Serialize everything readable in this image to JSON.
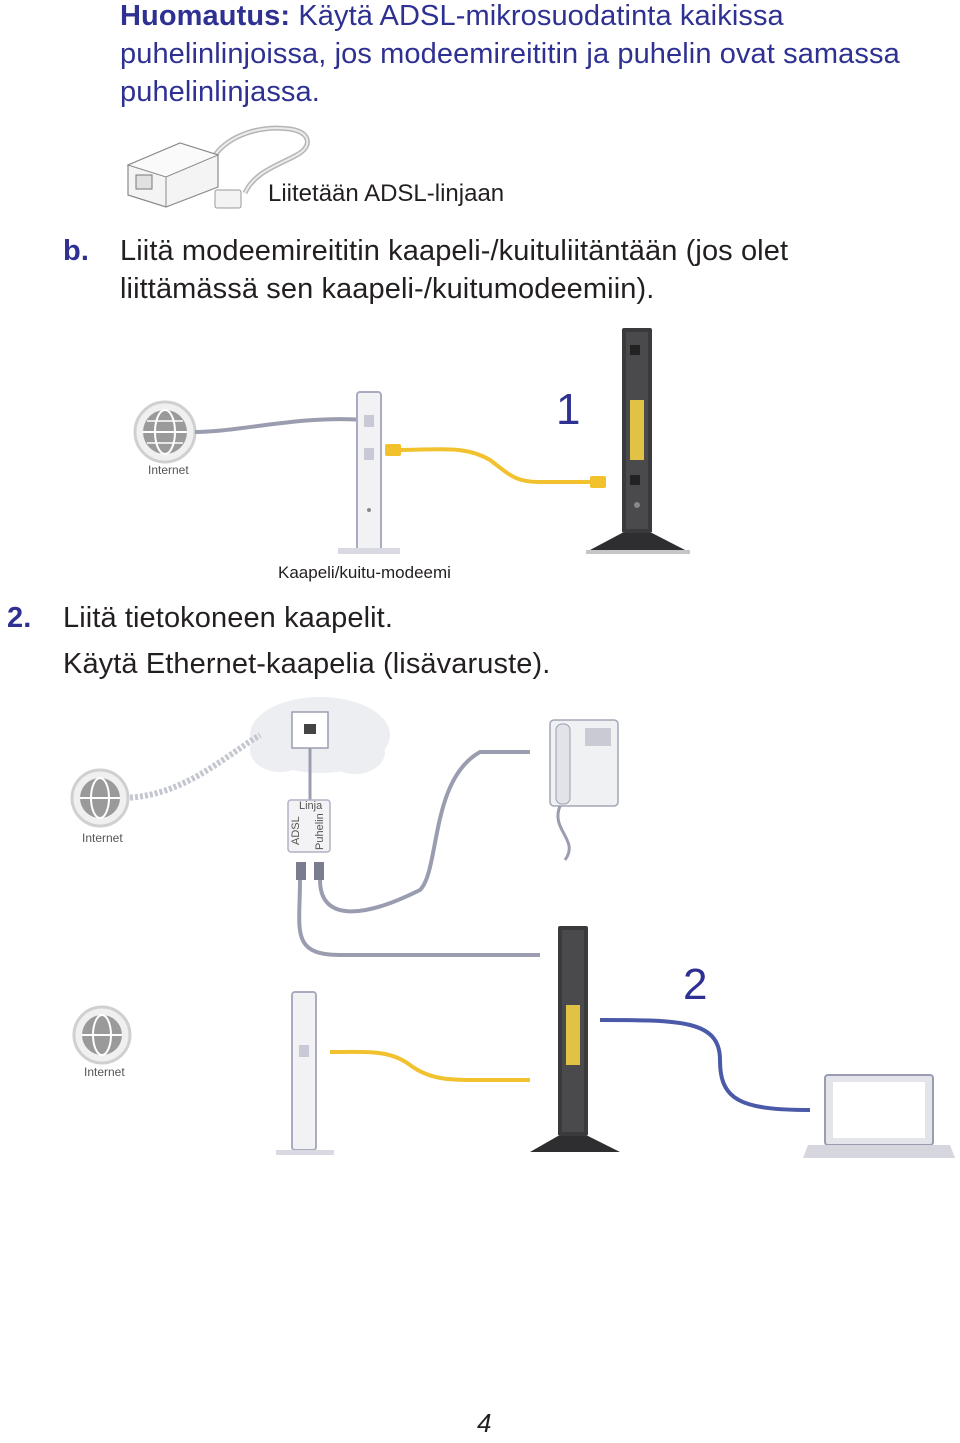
{
  "note": {
    "label": "Huomautus:",
    "line1": "Käytä ADSL-mikrosuodatinta kaikissa",
    "line2": "puhelinlinjoissa, jos modeemireititin ja puhelin ovat samassa",
    "line3": "puhelinlinjassa."
  },
  "filter_caption": "Liitetään ADSL-linjaan",
  "step_b": {
    "marker": "b.",
    "line1": "Liitä modeemireititin kaapeli-/kuituliitäntään (jos olet",
    "line2": "liittämässä sen kaapeli-/kuitumodeemiin)."
  },
  "figure1": {
    "internet_label": "Internet",
    "step_number": "1",
    "modem_label": "Kaapeli/kuitu-modeemi"
  },
  "step2": {
    "marker": "2.",
    "line1": "Liitä tietokoneen kaapelit.",
    "line2": "Käytä Ethernet-kaapelia (lisävaruste)."
  },
  "figure2": {
    "internet_label_top": "Internet",
    "splitter_line": "Linja",
    "splitter_adsl": "ADSL",
    "splitter_phone": "Puhelin",
    "internet_label_bottom": "Internet",
    "step_number": "2"
  },
  "page_number": "4",
  "colors": {
    "note_blue": "#2e3192",
    "cable_yellow": "#f2c12e",
    "cable_gray": "#9a9db0",
    "cable_blue": "#4a5aa8",
    "router_dark": "#3a3a3c"
  }
}
